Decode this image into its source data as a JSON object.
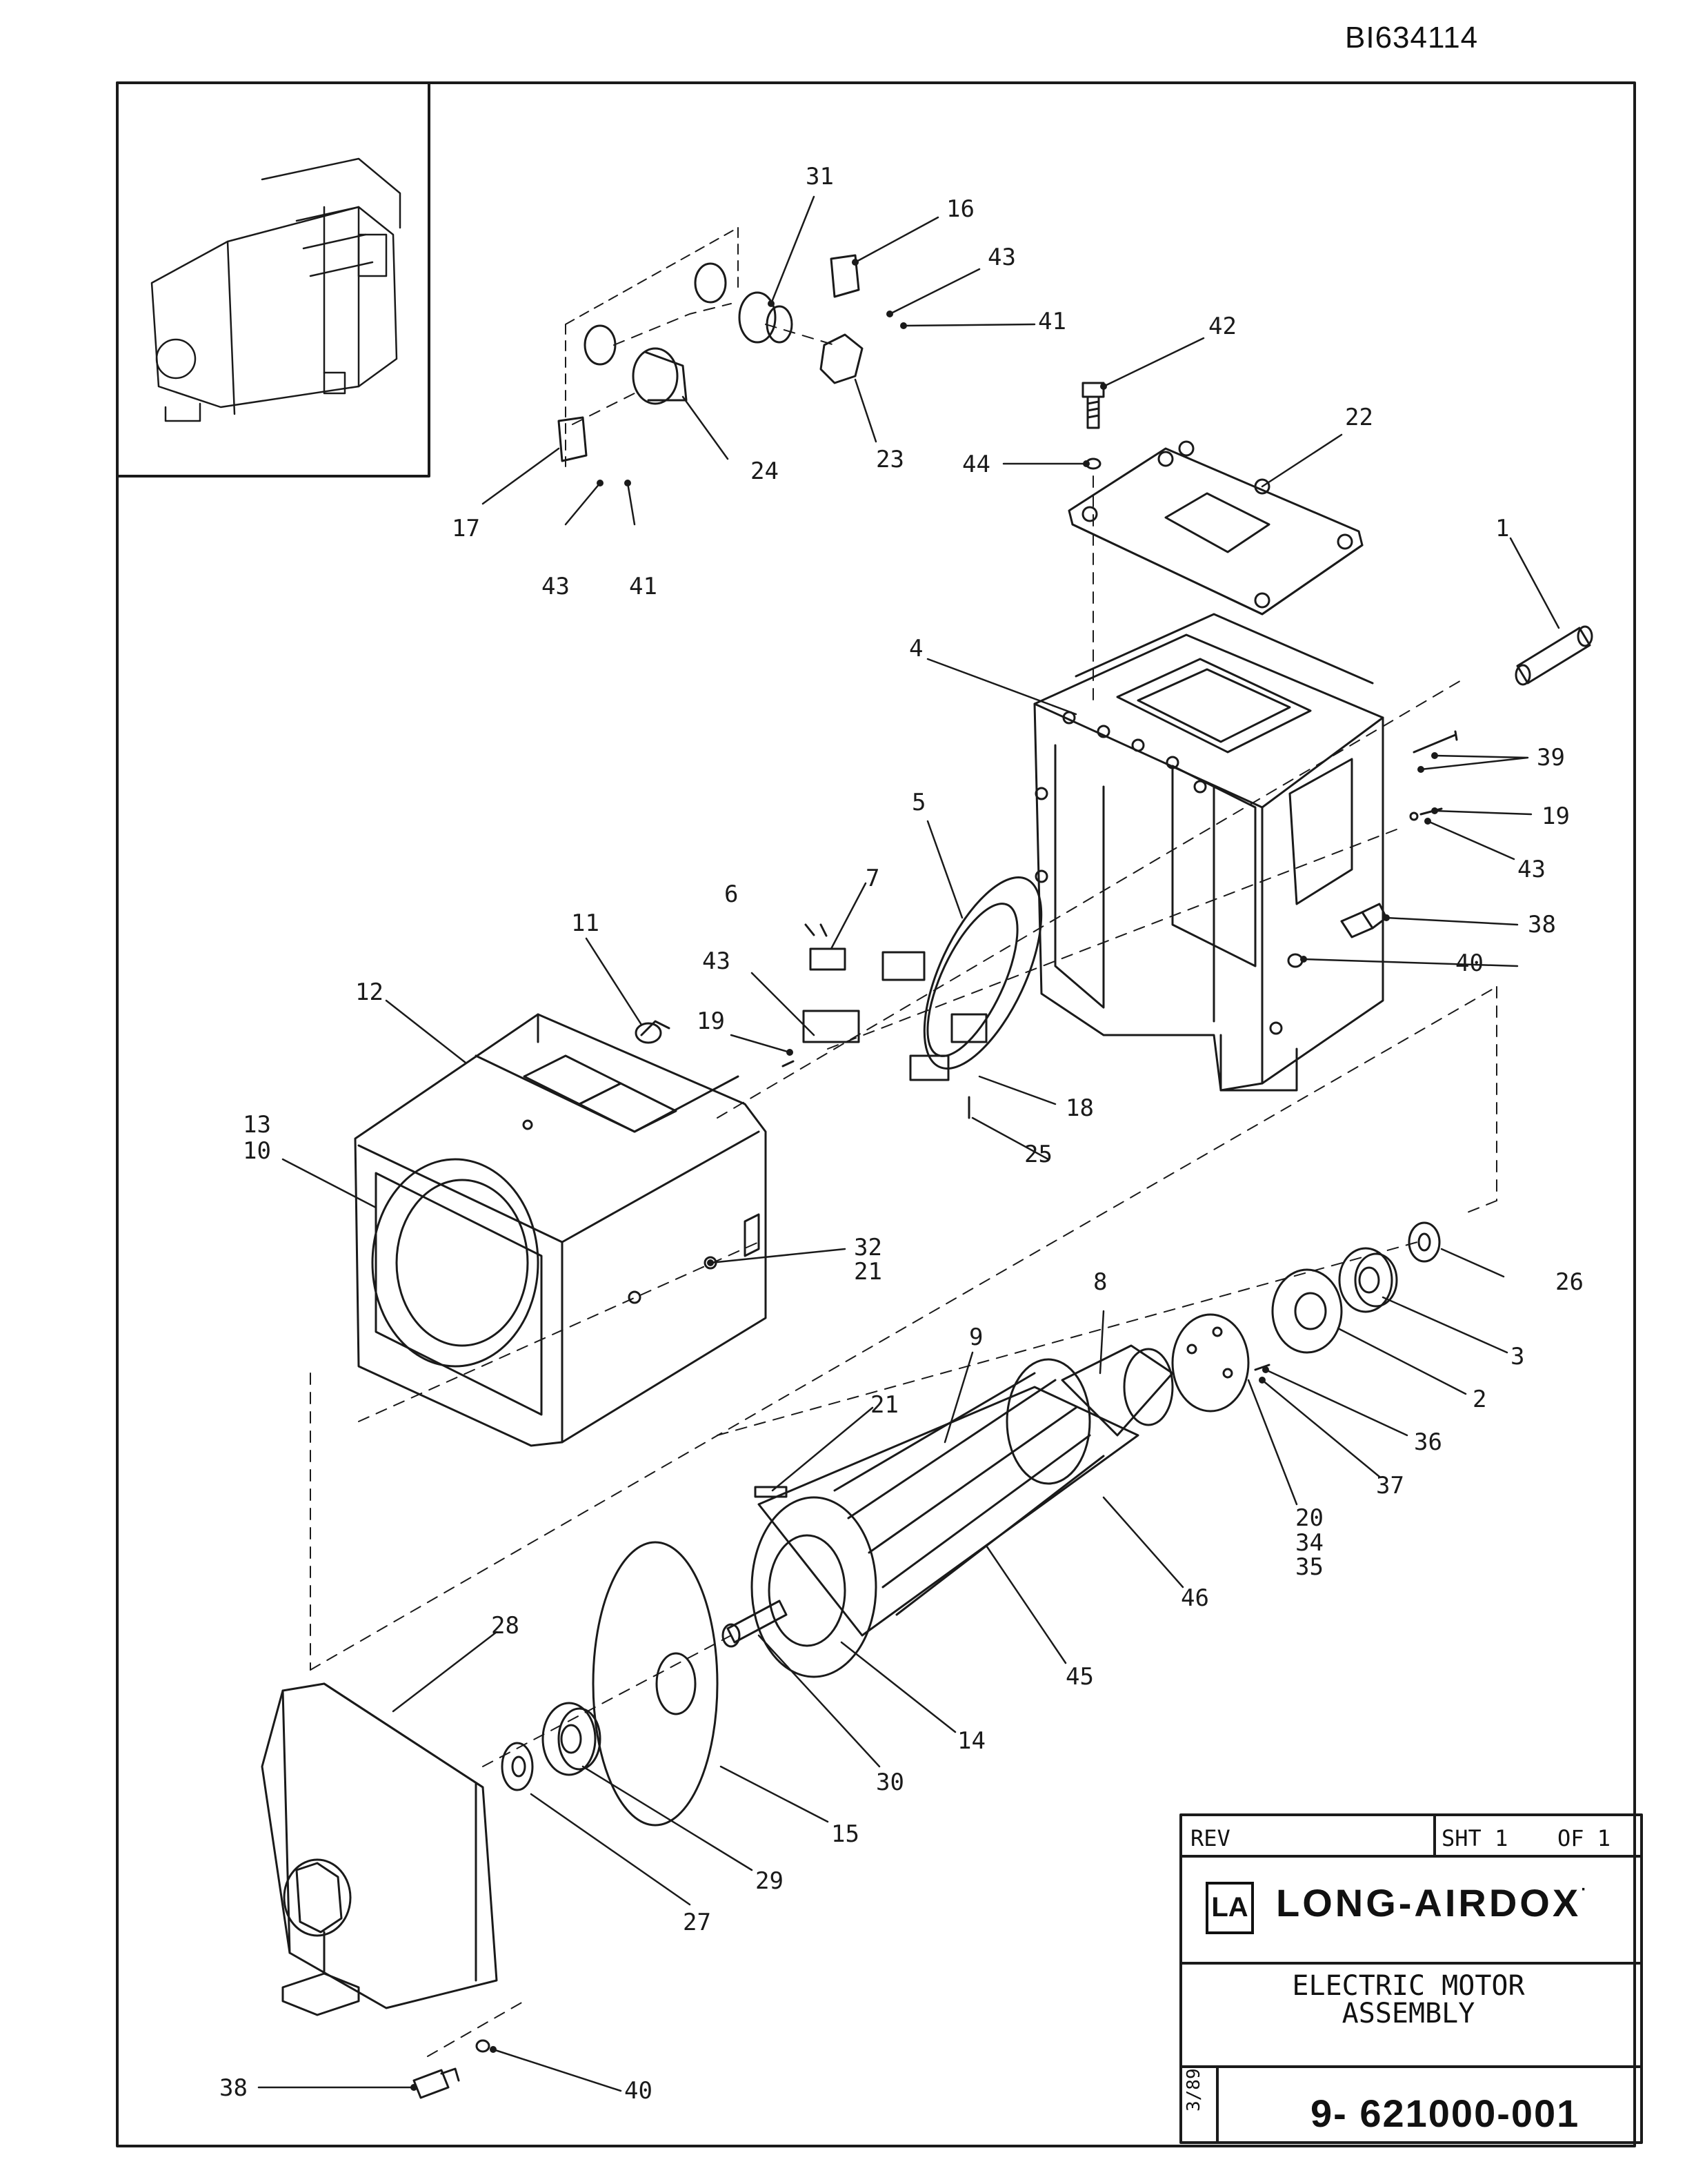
{
  "document_id": "BI634114",
  "callouts": {
    "n31": "31",
    "n16": "16",
    "n43a": "43",
    "n41a": "41",
    "n42": "42",
    "n22": "22",
    "n44": "44",
    "n24": "24",
    "n23": "23",
    "n17": "17",
    "n43b": "43",
    "n41b": "41",
    "n1": "1",
    "n4": "4",
    "n39": "39",
    "n19a": "19",
    "n43c": "43",
    "n5": "5",
    "n7": "7",
    "n6": "6",
    "n43d": "43",
    "n11": "11",
    "n12": "12",
    "n19b": "19",
    "n38a": "38",
    "n40a": "40",
    "n18": "18",
    "n25": "25",
    "n13": "13",
    "n10": "10",
    "n32": "32",
    "n21a": "21",
    "n26": "26",
    "n8": "8",
    "n9": "9",
    "n3": "3",
    "n2": "2",
    "n36": "36",
    "n21b": "21",
    "n37": "37",
    "n20": "20",
    "n34": "34",
    "n35": "35",
    "n46": "46",
    "n45": "45",
    "n28": "28",
    "n14": "14",
    "n30": "30",
    "n15": "15",
    "n29": "29",
    "n27": "27",
    "n38b": "38",
    "n40b": "40"
  },
  "title_block": {
    "rev_label": "REV",
    "sheet_label": "SHT 1",
    "of_label": "OF 1",
    "brand": "LONG-AIRDOX",
    "brand_mark": "·",
    "logo_letters": "LA",
    "title_line1": "ELECTRIC MOTOR",
    "title_line2": "ASSEMBLY",
    "date": "3/89",
    "part_number": "9- 621000-001"
  }
}
